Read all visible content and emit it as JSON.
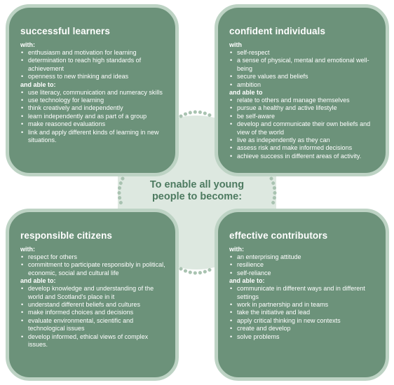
{
  "center": {
    "line1": "To enable all young",
    "line2": "people to become:"
  },
  "panels": {
    "tl": {
      "title": "successful learners",
      "with_label": "with:",
      "with_items": [
        "enthusiasm and motivation for learning",
        "determination to reach high standards of achievement",
        "openness to new thinking and ideas"
      ],
      "able_label": "and able to:",
      "able_items": [
        "use literacy, communication and numeracy skills",
        "use technology for learning",
        "think creatively and independently",
        "learn independently and as part of a group",
        "make reasoned evaluations",
        "link and apply different kinds of learning in new situations."
      ]
    },
    "tr": {
      "title": "confident individuals",
      "with_label": "with",
      "with_items": [
        "self-respect",
        "a sense of physical, mental and emotional well-being",
        "secure values and beliefs",
        "ambition"
      ],
      "able_label": "and able to",
      "able_items": [
        "relate to others and manage themselves",
        "pursue a healthy and active lifestyle",
        "be self-aware",
        "develop and communicate their own beliefs and view of the world",
        "live as independently as they can",
        "assess risk and make informed decisions",
        "achieve success in different areas of activity."
      ]
    },
    "bl": {
      "title": "responsible citizens",
      "with_label": "with:",
      "with_items": [
        "respect for others",
        "commitment to participate responsibly in political, economic, social and cultural life"
      ],
      "able_label": "and able to:",
      "able_items": [
        "develop knowledge and understanding of the world and Scotland's place in it",
        "understand different beliefs and cultures",
        "make informed choices and decisions",
        "evaluate environmental, scientific and technological issues",
        "develop informed, ethical views of complex issues."
      ]
    },
    "br": {
      "title": "effective contributors",
      "with_label": "with:",
      "with_items": [
        "an enterprising attitude",
        "resilience",
        "self-reliance"
      ],
      "able_label": "and able to:",
      "able_items": [
        "communicate in different ways and in different settings",
        "work in partnership and in teams",
        "take the initiative and lead",
        "apply critical thinking in new contexts",
        "create and develop",
        "solve problems"
      ]
    }
  },
  "colors": {
    "panel": "#6c927a",
    "border": "#bdd3c4",
    "center": "#dde8e0",
    "text": "#4d7a60"
  }
}
